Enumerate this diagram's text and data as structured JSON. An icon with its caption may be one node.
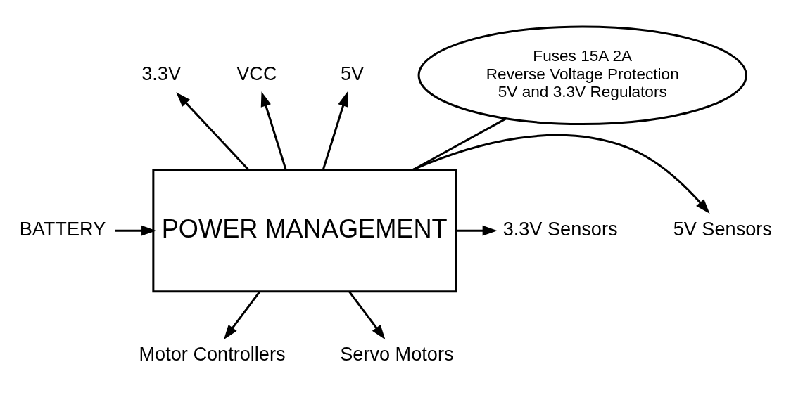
{
  "diagram": {
    "nodes": [
      {
        "text": [
          "BATTERY"
        ]
      },
      {
        "text": [
          "POWER MANAGEMENT"
        ]
      },
      {
        "text": [
          "3.3V"
        ]
      },
      {
        "text": [
          "VCC"
        ]
      },
      {
        "text": [
          "5V"
        ]
      },
      {
        "text": [
          "5V Sensors"
        ]
      },
      {
        "text": [
          "3.3V Sensors"
        ]
      },
      {
        "text": [
          "Motor Controllers"
        ]
      },
      {
        "text": [
          "Servo Motors"
        ]
      },
      {
        "text": [
          "Fuses 15A 2A",
          "Reverse Voltage Protection",
          "5V and 3.3V Regulators"
        ]
      }
    ],
    "edges": [
      {
        "from": 0,
        "to": 1,
        "arrow": "to"
      },
      {
        "from": 1,
        "to": 2,
        "arrow": "to"
      },
      {
        "from": 1,
        "to": 3,
        "arrow": "to"
      },
      {
        "from": 1,
        "to": 4,
        "arrow": "to"
      },
      {
        "from": 1,
        "to": 5,
        "arrow": "to"
      },
      {
        "from": 1,
        "to": 6,
        "arrow": "to"
      },
      {
        "from": 1,
        "to": 7,
        "arrow": "to"
      },
      {
        "from": 1,
        "to": 8,
        "arrow": "to"
      },
      {
        "from": 9,
        "to": 1,
        "arrow": "none"
      }
    ]
  }
}
